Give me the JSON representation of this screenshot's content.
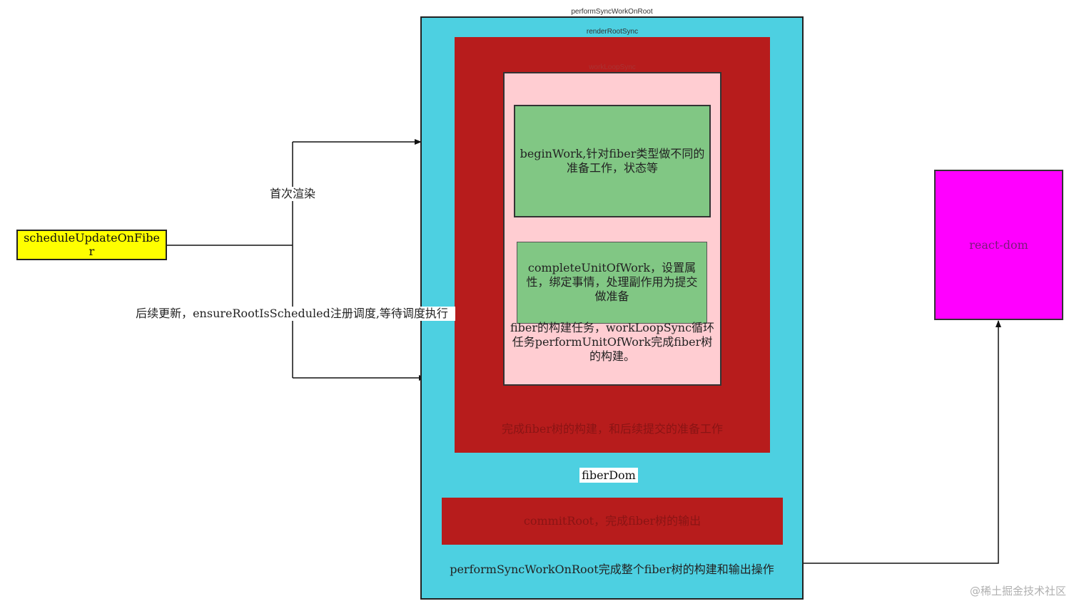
{
  "colors": {
    "outer": "#4dd0e1",
    "render": "#b71c1c",
    "workloop": "#ffcdd2",
    "task": "#81c784",
    "entry": "#ffff00",
    "reactdom": "#ff00ff"
  },
  "labels": {
    "perform_sync_work_on_root_title": "performSyncWorkOnRoot",
    "render_root_sync_title": "renderRootSync",
    "work_loop_sync_title": "workLoopSync",
    "schedule_update_on_fiber": "scheduleUpdateOnFiber",
    "first_render": "首次渲染",
    "subsequent_update": "后续更新，ensureRootIsScheduled注册调度,等待调度执行",
    "begin_work": "beginWork,针对fiber类型做不同的准备工作，状态等",
    "complete_unit_of_work": "completeUnitOfWork，设置属性，绑定事情，处理副作用为提交做准备",
    "work_loop_desc": "fiber的构建任务，workLoopSync循环任务performUnitOfWork完成fiber树的构建。",
    "render_root_desc": "完成fiber树的构建，和后续提交的准备工作",
    "fiber_dom": "fiberDom",
    "commit_root": "commitRoot，完成fiber树的输出",
    "perform_sync_desc": "performSyncWorkOnRoot完成整个fiber树的构建和输出操作",
    "react_dom": "react-dom",
    "watermark": "@稀土掘金技术社区"
  }
}
